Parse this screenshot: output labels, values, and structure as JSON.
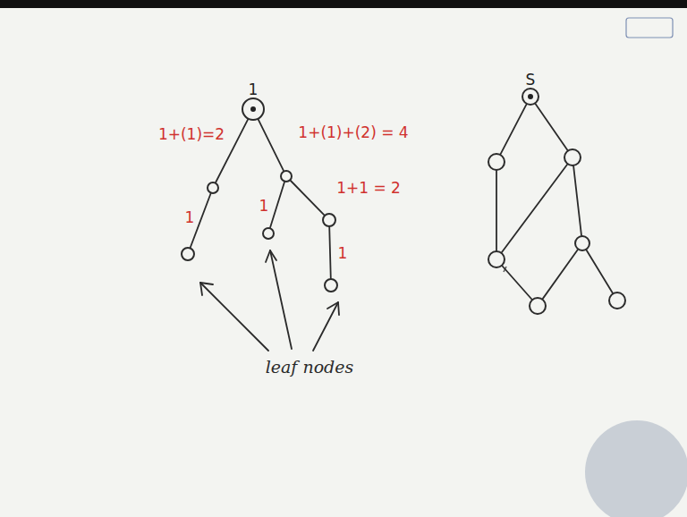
{
  "diagram": {
    "nodes": [
      {
        "text": [
          "1"
        ]
      },
      {
        "text": []
      },
      {
        "text": []
      },
      {
        "text": []
      },
      {
        "text": []
      },
      {
        "text": []
      },
      {
        "text": []
      },
      {
        "text": [
          "S"
        ]
      },
      {
        "text": []
      },
      {
        "text": []
      },
      {
        "text": []
      },
      {
        "text": []
      },
      {
        "text": []
      },
      {
        "text": []
      }
    ],
    "edges": [
      {
        "from": 0,
        "to": 1,
        "arrow": "none",
        "label": "1+(1)=2"
      },
      {
        "from": 1,
        "to": 2,
        "arrow": "none",
        "label": "1"
      },
      {
        "from": 0,
        "to": 3,
        "arrow": "none",
        "label": "1+(1)+(2) = 4"
      },
      {
        "from": 3,
        "to": 4,
        "arrow": "none",
        "label": "1"
      },
      {
        "from": 3,
        "to": 5,
        "arrow": "none",
        "label": "1+1 = 2"
      },
      {
        "from": 5,
        "to": 6,
        "arrow": "none",
        "label": "1"
      },
      {
        "from": 7,
        "to": 8,
        "arrow": "none"
      },
      {
        "from": 7,
        "to": 9,
        "arrow": "none"
      },
      {
        "from": 8,
        "to": 10,
        "arrow": "none"
      },
      {
        "from": 9,
        "to": 10,
        "arrow": "none"
      },
      {
        "from": 9,
        "to": 11,
        "arrow": "none"
      },
      {
        "from": 10,
        "to": 12,
        "arrow": "none"
      },
      {
        "from": 11,
        "to": 12,
        "arrow": "none"
      },
      {
        "from": 11,
        "to": 13,
        "arrow": "none"
      }
    ],
    "labels": [
      "leaf nodes"
    ]
  }
}
